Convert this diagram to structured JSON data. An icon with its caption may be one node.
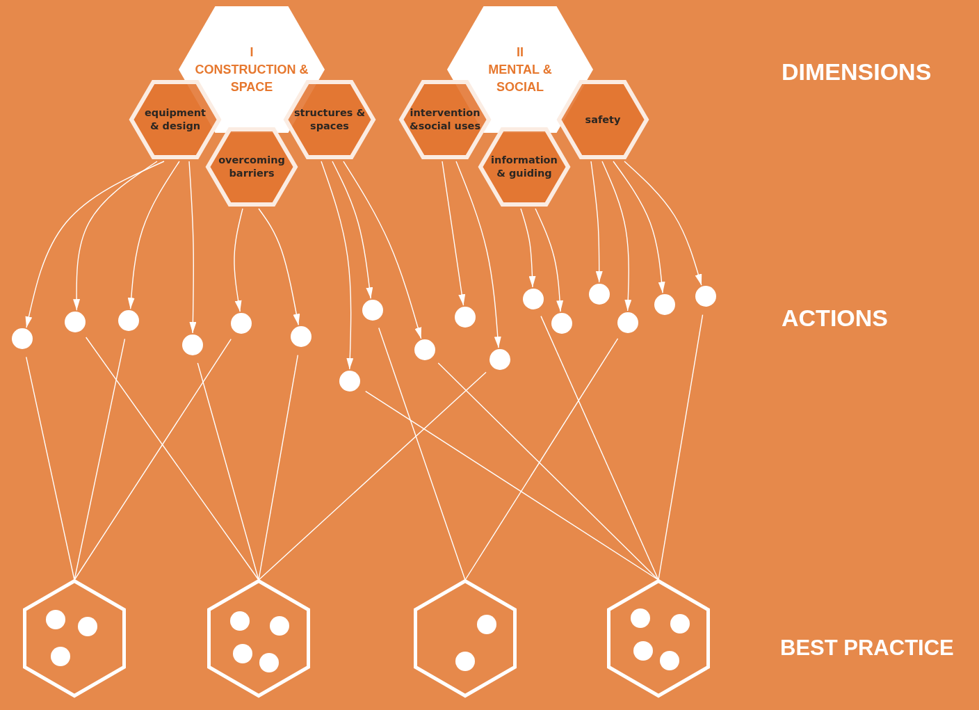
{
  "diagram": {
    "nodes": [
      {
        "text": [
          "I",
          "CONSTRUCTION & SPACE"
        ]
      },
      {
        "text": [
          "equipment & design"
        ]
      },
      {
        "text": [
          "overcoming barriers"
        ]
      },
      {
        "text": [
          "structures & spaces"
        ]
      },
      {
        "text": [
          "II",
          "MENTAL & SOCIAL"
        ]
      },
      {
        "text": [
          "intervention &social uses"
        ]
      },
      {
        "text": [
          "information & guiding"
        ]
      },
      {
        "text": [
          "safety"
        ]
      },
      {
        "text": [],
        "shape": "circle"
      },
      {
        "text": [],
        "shape": "circle"
      },
      {
        "text": [],
        "shape": "circle"
      },
      {
        "text": [],
        "shape": "circle"
      },
      {
        "text": [],
        "shape": "circle"
      },
      {
        "text": [],
        "shape": "circle"
      },
      {
        "text": [],
        "shape": "circle"
      },
      {
        "text": [],
        "shape": "circle"
      },
      {
        "text": [],
        "shape": "circle"
      },
      {
        "text": [],
        "shape": "circle"
      },
      {
        "text": [],
        "shape": "circle"
      },
      {
        "text": [],
        "shape": "circle"
      },
      {
        "text": [],
        "shape": "circle"
      },
      {
        "text": [],
        "shape": "circle"
      },
      {
        "text": [],
        "shape": "circle"
      },
      {
        "text": [],
        "shape": "circle"
      },
      {
        "text": [],
        "shape": "circle"
      },
      {
        "text": [],
        "shape": "hexagon"
      },
      {
        "text": [],
        "shape": "circle",
        "in": 25
      },
      {
        "text": [],
        "shape": "circle",
        "in": 25
      },
      {
        "text": [],
        "shape": "circle",
        "in": 25
      },
      {
        "text": [],
        "shape": "hexagon"
      },
      {
        "text": [],
        "shape": "circle",
        "in": 29
      },
      {
        "text": [],
        "shape": "circle",
        "in": 29
      },
      {
        "text": [],
        "shape": "circle",
        "in": 29
      },
      {
        "text": [],
        "shape": "circle",
        "in": 29
      },
      {
        "text": [],
        "shape": "hexagon"
      },
      {
        "text": [],
        "shape": "circle",
        "in": 34
      },
      {
        "text": [],
        "shape": "circle",
        "in": 34
      },
      {
        "text": [],
        "shape": "hexagon"
      },
      {
        "text": [],
        "shape": "circle",
        "in": 37
      },
      {
        "text": [],
        "shape": "circle",
        "in": 37
      },
      {
        "text": [],
        "shape": "circle",
        "in": 37
      },
      {
        "text": [],
        "shape": "circle",
        "in": 37
      }
    ],
    "edges": [
      {
        "from": 1,
        "to": 8,
        "arrow": "to"
      },
      {
        "from": 1,
        "to": 9,
        "arrow": "to"
      },
      {
        "from": 1,
        "to": 10,
        "arrow": "to"
      },
      {
        "from": 1,
        "to": 11,
        "arrow": "to"
      },
      {
        "from": 2,
        "to": 12,
        "arrow": "to"
      },
      {
        "from": 2,
        "to": 13,
        "arrow": "to"
      },
      {
        "from": 3,
        "to": 14,
        "arrow": "to"
      },
      {
        "from": 3,
        "to": 15,
        "arrow": "to"
      },
      {
        "from": 3,
        "to": 16,
        "arrow": "to"
      },
      {
        "from": 5,
        "to": 17,
        "arrow": "to"
      },
      {
        "from": 5,
        "to": 18,
        "arrow": "to"
      },
      {
        "from": 6,
        "to": 19,
        "arrow": "to"
      },
      {
        "from": 6,
        "to": 20,
        "arrow": "to"
      },
      {
        "from": 7,
        "to": 21,
        "arrow": "to"
      },
      {
        "from": 7,
        "to": 22,
        "arrow": "to"
      },
      {
        "from": 7,
        "to": 23,
        "arrow": "to"
      },
      {
        "from": 7,
        "to": 24,
        "arrow": "to"
      },
      {
        "from": 8,
        "to": 25,
        "arrow": "none"
      },
      {
        "from": 9,
        "to": 29,
        "arrow": "none"
      },
      {
        "from": 10,
        "to": 25,
        "arrow": "none"
      },
      {
        "from": 11,
        "to": 29,
        "arrow": "none"
      },
      {
        "from": 12,
        "to": 25,
        "arrow": "none"
      },
      {
        "from": 13,
        "to": 29,
        "arrow": "none"
      },
      {
        "from": 14,
        "to": 37,
        "arrow": "none"
      },
      {
        "from": 15,
        "to": 34,
        "arrow": "none"
      },
      {
        "from": 16,
        "to": 37,
        "arrow": "none"
      },
      {
        "from": 18,
        "to": 29,
        "arrow": "none"
      },
      {
        "from": 19,
        "to": 37,
        "arrow": "none"
      },
      {
        "from": 22,
        "to": 34,
        "arrow": "none"
      },
      {
        "from": 24,
        "to": 37,
        "arrow": "none"
      }
    ],
    "labels": [
      "DIMENSIONS",
      "ACTIONS",
      "BEST PRACTICE"
    ]
  }
}
